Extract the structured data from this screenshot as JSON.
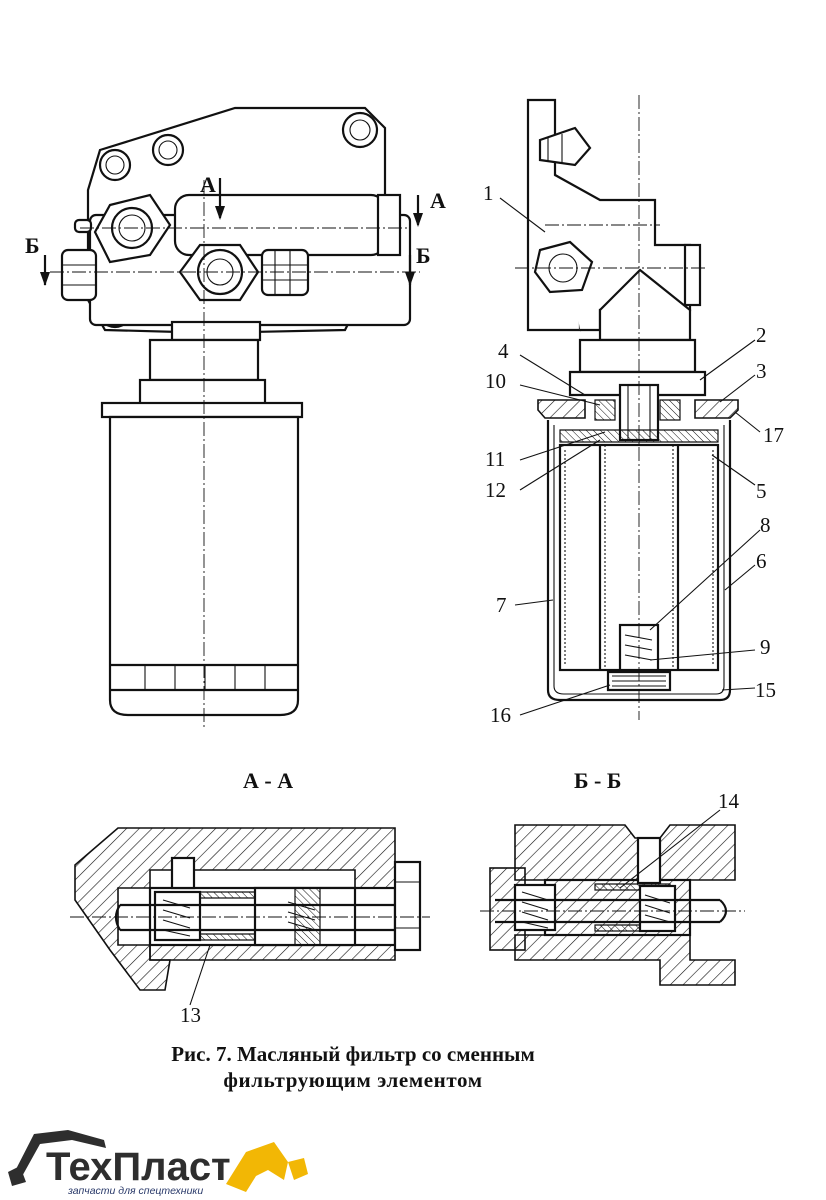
{
  "drawing": {
    "callouts": {
      "c1": "1",
      "c2": "2",
      "c3": "3",
      "c4": "4",
      "c5": "5",
      "c6": "6",
      "c7": "7",
      "c8": "8",
      "c9": "9",
      "c10": "10",
      "c11": "11",
      "c12": "12",
      "c13": "13",
      "c14": "14",
      "c15": "15",
      "c16": "16",
      "c17": "17"
    },
    "section_marks": {
      "a_left": "А",
      "a_right": "А",
      "b_left": "Б",
      "b_right": "Б"
    },
    "section_titles": {
      "aa": "А - А",
      "bb": "Б - Б"
    }
  },
  "caption": {
    "line1": "Рис. 7. Масляный фильтр со сменным",
    "line2": "фильтрующим элементом"
  },
  "logo": {
    "brand": "ТехПласт",
    "tagline": "запчасти для спецтехники",
    "colors": {
      "text": "#2e2e2e",
      "accent": "#f2b705",
      "tagline": "#2a3a6a"
    }
  }
}
